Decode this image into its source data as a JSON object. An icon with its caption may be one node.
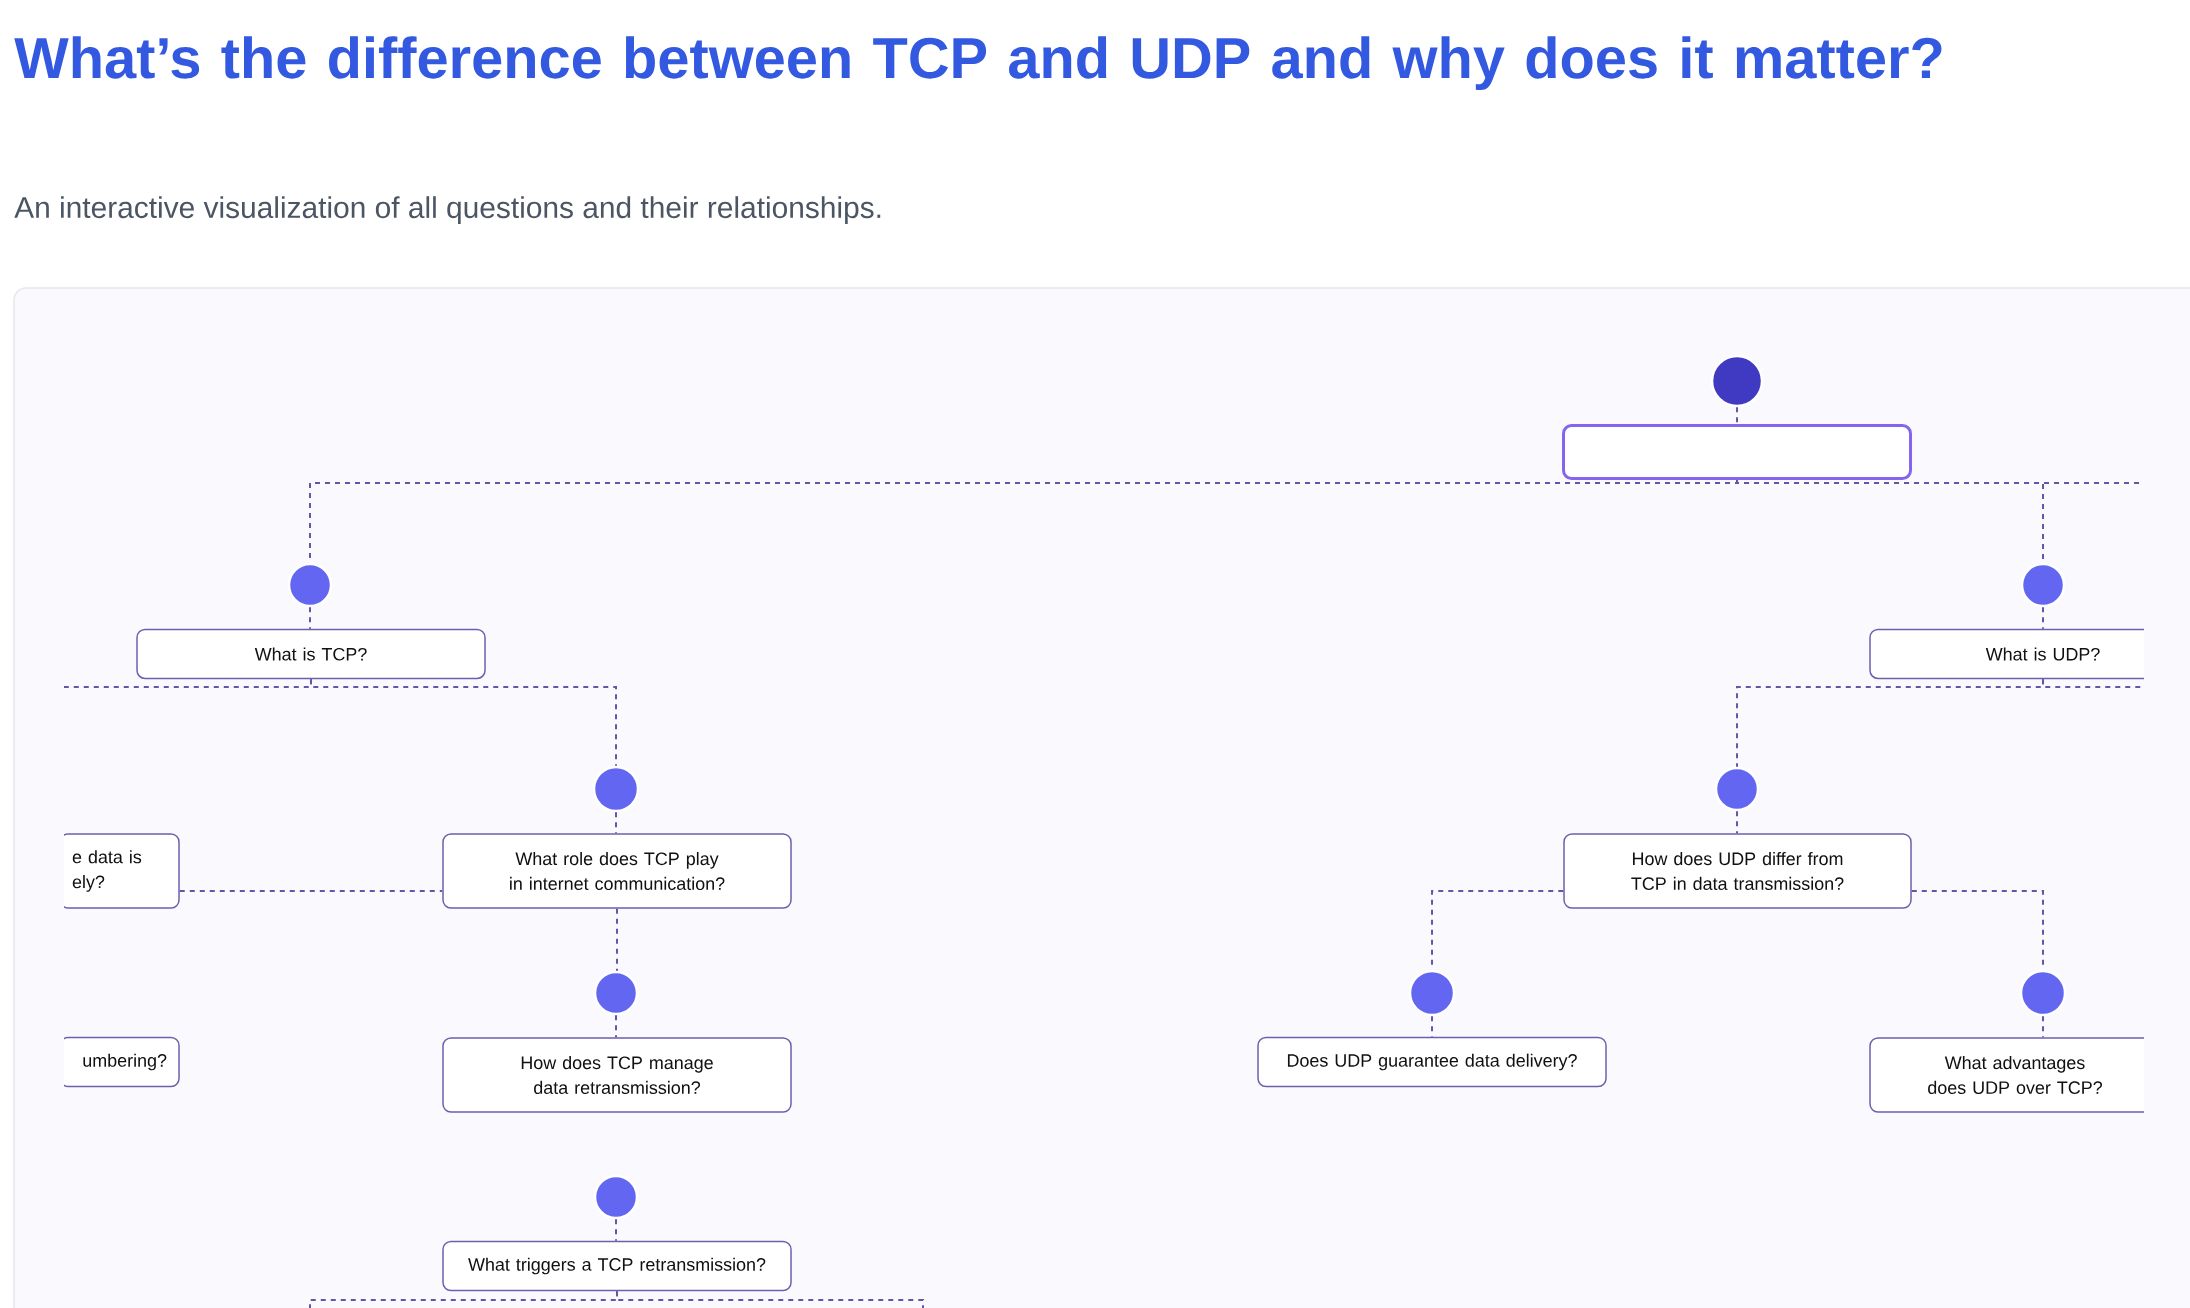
{
  "diagram": {
    "title": "What’s the difference between TCP and UDP and why does it matter?",
    "caption": "An interactive visualization of all questions and their relationships.",
    "nodes": [
      {
        "text": [],
        "shape": "circle"
      },
      {
        "text": [],
        "shape": "box"
      },
      {
        "text": [],
        "shape": "circle"
      },
      {
        "text": [],
        "shape": "circle"
      },
      {
        "text": [
          "What is TCP?"
        ]
      },
      {
        "text": [
          "What is UDP?"
        ]
      },
      {
        "text": [],
        "shape": "circle"
      },
      {
        "text": [],
        "shape": "circle"
      },
      {
        "text": [
          "e data is ely?"
        ]
      },
      {
        "text": [
          "What role does TCP play in internet communication?"
        ]
      },
      {
        "text": [
          "How does UDP differ from TCP in data transmission?"
        ]
      },
      {
        "text": [],
        "shape": "circle"
      },
      {
        "text": [],
        "shape": "circle"
      },
      {
        "text": [],
        "shape": "circle"
      },
      {
        "text": [
          "umbering?"
        ]
      },
      {
        "text": [
          "How does TCP manage data retransmission?"
        ]
      },
      {
        "text": [
          "Does UDP guarantee data delivery?"
        ]
      },
      {
        "text": [
          "What advantages does UDP over TCP?"
        ]
      },
      {
        "text": [],
        "shape": "circle"
      },
      {
        "text": [
          "What triggers a TCP retransmission?"
        ]
      }
    ],
    "edges": [
      {
        "from": 0,
        "to": 1,
        "arrow": "none",
        "style": "dashed"
      },
      {
        "from": 1,
        "to": 2,
        "arrow": "none",
        "style": "dashed"
      },
      {
        "from": 1,
        "to": 3,
        "arrow": "none",
        "style": "dashed"
      },
      {
        "from": 1,
        "to": null,
        "arrow": "none",
        "style": "dashed"
      },
      {
        "from": 2,
        "to": 4,
        "arrow": "none",
        "style": "dashed"
      },
      {
        "from": 3,
        "to": 5,
        "arrow": "none",
        "style": "dashed"
      },
      {
        "from": 4,
        "to": null,
        "arrow": "none",
        "style": "dashed"
      },
      {
        "from": 4,
        "to": 6,
        "arrow": "none",
        "style": "dashed"
      },
      {
        "from": 5,
        "to": 7,
        "arrow": "none",
        "style": "dashed"
      },
      {
        "from": 5,
        "to": null,
        "arrow": "none",
        "style": "dashed"
      },
      {
        "from": 6,
        "to": 9,
        "arrow": "none",
        "style": "dashed"
      },
      {
        "from": 7,
        "to": 10,
        "arrow": "none",
        "style": "dashed"
      },
      {
        "from": 8,
        "to": 9,
        "arrow": "none",
        "style": "dashed"
      },
      {
        "from": 9,
        "to": 11,
        "arrow": "none",
        "style": "dashed"
      },
      {
        "from": 10,
        "to": 12,
        "arrow": "none",
        "style": "dashed"
      },
      {
        "from": 10,
        "to": 13,
        "arrow": "none",
        "style": "dashed"
      },
      {
        "from": 11,
        "to": 15,
        "arrow": "none",
        "style": "dashed"
      },
      {
        "from": 12,
        "to": 16,
        "arrow": "none",
        "style": "dashed"
      },
      {
        "from": 13,
        "to": 17,
        "arrow": "none",
        "style": "dashed"
      },
      {
        "from": 18,
        "to": 19,
        "arrow": "none",
        "style": "dashed"
      },
      {
        "from": 19,
        "to": null,
        "arrow": "none",
        "style": "dashed"
      },
      {
        "from": 19,
        "to": null,
        "arrow": "none",
        "style": "dashed"
      }
    ]
  }
}
